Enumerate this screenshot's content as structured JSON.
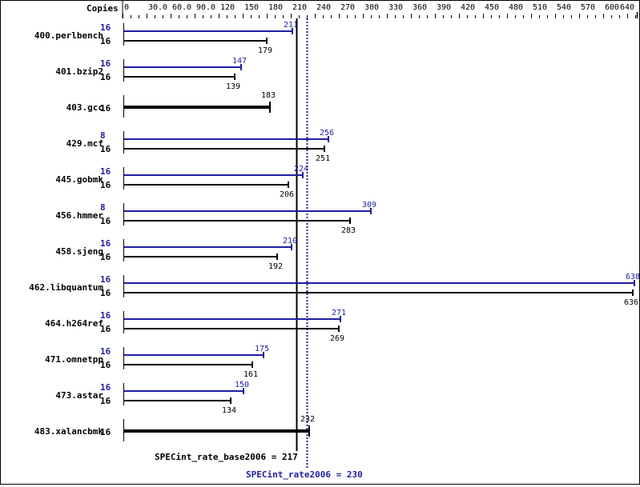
{
  "chart_data": {
    "type": "bar",
    "orientation": "horizontal",
    "title": "",
    "xlabel": "",
    "ylabel": "",
    "axis_header": "Copies",
    "xlim": [
      0,
      640
    ],
    "tick_labels": [
      "0",
      "30.0",
      "60.0",
      "90.0",
      "120",
      "150",
      "180",
      "210",
      "240",
      "270",
      "300",
      "330",
      "360",
      "390",
      "420",
      "450",
      "480",
      "510",
      "540",
      "570",
      "600",
      "640"
    ],
    "tick_values": [
      0,
      30,
      60,
      90,
      120,
      150,
      180,
      210,
      240,
      270,
      300,
      330,
      360,
      390,
      420,
      450,
      480,
      510,
      540,
      570,
      600,
      630
    ],
    "colors": {
      "peak": "#1f1f9f",
      "base": "#000000"
    },
    "categories": [
      "400.perlbench",
      "401.bzip2",
      "403.gcc",
      "429.mcf",
      "445.gobmk",
      "456.hmmer",
      "458.sjeng",
      "462.libquantum",
      "464.h264ref",
      "471.omnetpp",
      "473.astar",
      "483.xalancbmk"
    ],
    "series": [
      {
        "name": "peak",
        "copies": [
          "16",
          "16",
          null,
          "8",
          "16",
          "8",
          "16",
          "16",
          "16",
          "16",
          "16",
          null
        ],
        "values": [
          211,
          147,
          null,
          256,
          224,
          309,
          210,
          638,
          271,
          175,
          150,
          null
        ]
      },
      {
        "name": "base",
        "copies": [
          "16",
          "16",
          "16",
          "16",
          "16",
          "16",
          "16",
          "16",
          "16",
          "16",
          "16",
          "16"
        ],
        "values": [
          179,
          139,
          183,
          251,
          206,
          283,
          192,
          636,
          269,
          161,
          134,
          232
        ]
      }
    ],
    "reference_lines": [
      {
        "label": "SPECint_rate_base2006 = 217",
        "value": 217,
        "style": "solid",
        "color": "#000000"
      },
      {
        "label": "SPECint_rate2006 = 230",
        "value": 230,
        "style": "dotted",
        "color": "#1f1f9f"
      }
    ]
  }
}
